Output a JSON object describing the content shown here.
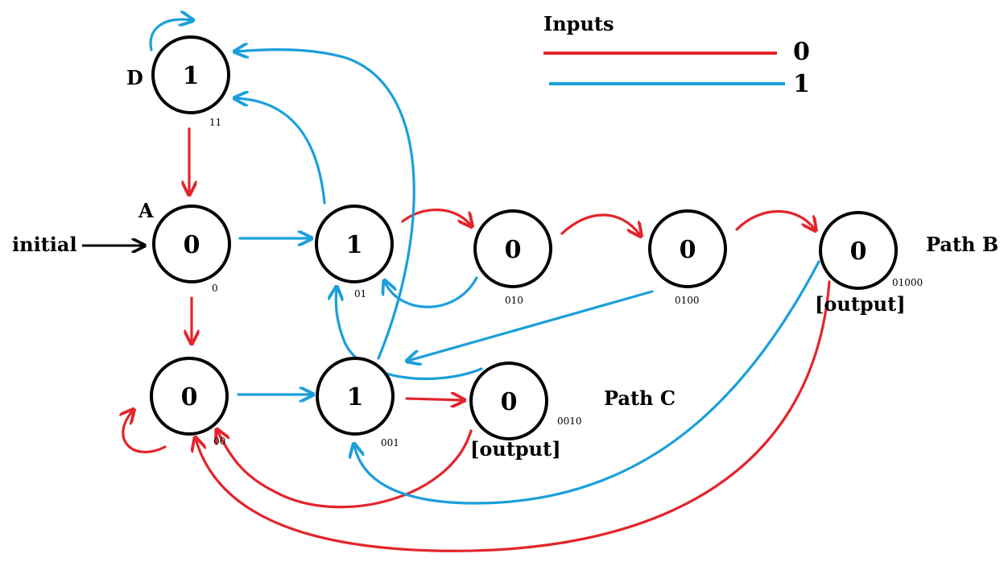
{
  "colors": {
    "input0": "#e3242b",
    "input1": "#1a9fdb",
    "stroke": "#000000"
  },
  "legend": {
    "title": "Inputs",
    "items": [
      {
        "label": "0",
        "color": "#e3242b"
      },
      {
        "label": "1",
        "color": "#1a9fdb"
      }
    ]
  },
  "initial_label": "initial",
  "labels": {
    "path_b": "Path B",
    "path_c": "Path C",
    "output": "[output]"
  },
  "states": {
    "D": {
      "name": "D",
      "value": "1",
      "code": "11"
    },
    "A": {
      "name": "A",
      "value": "0",
      "code": "0"
    },
    "s01": {
      "value": "1",
      "code": "01"
    },
    "s010": {
      "value": "0",
      "code": "010"
    },
    "s0100": {
      "value": "0",
      "code": "0100"
    },
    "s01000": {
      "value": "0",
      "code": "01000"
    },
    "s00": {
      "value": "0",
      "code": "00"
    },
    "s001": {
      "value": "1",
      "code": "001"
    },
    "s0010": {
      "value": "0",
      "code": "0010"
    }
  }
}
